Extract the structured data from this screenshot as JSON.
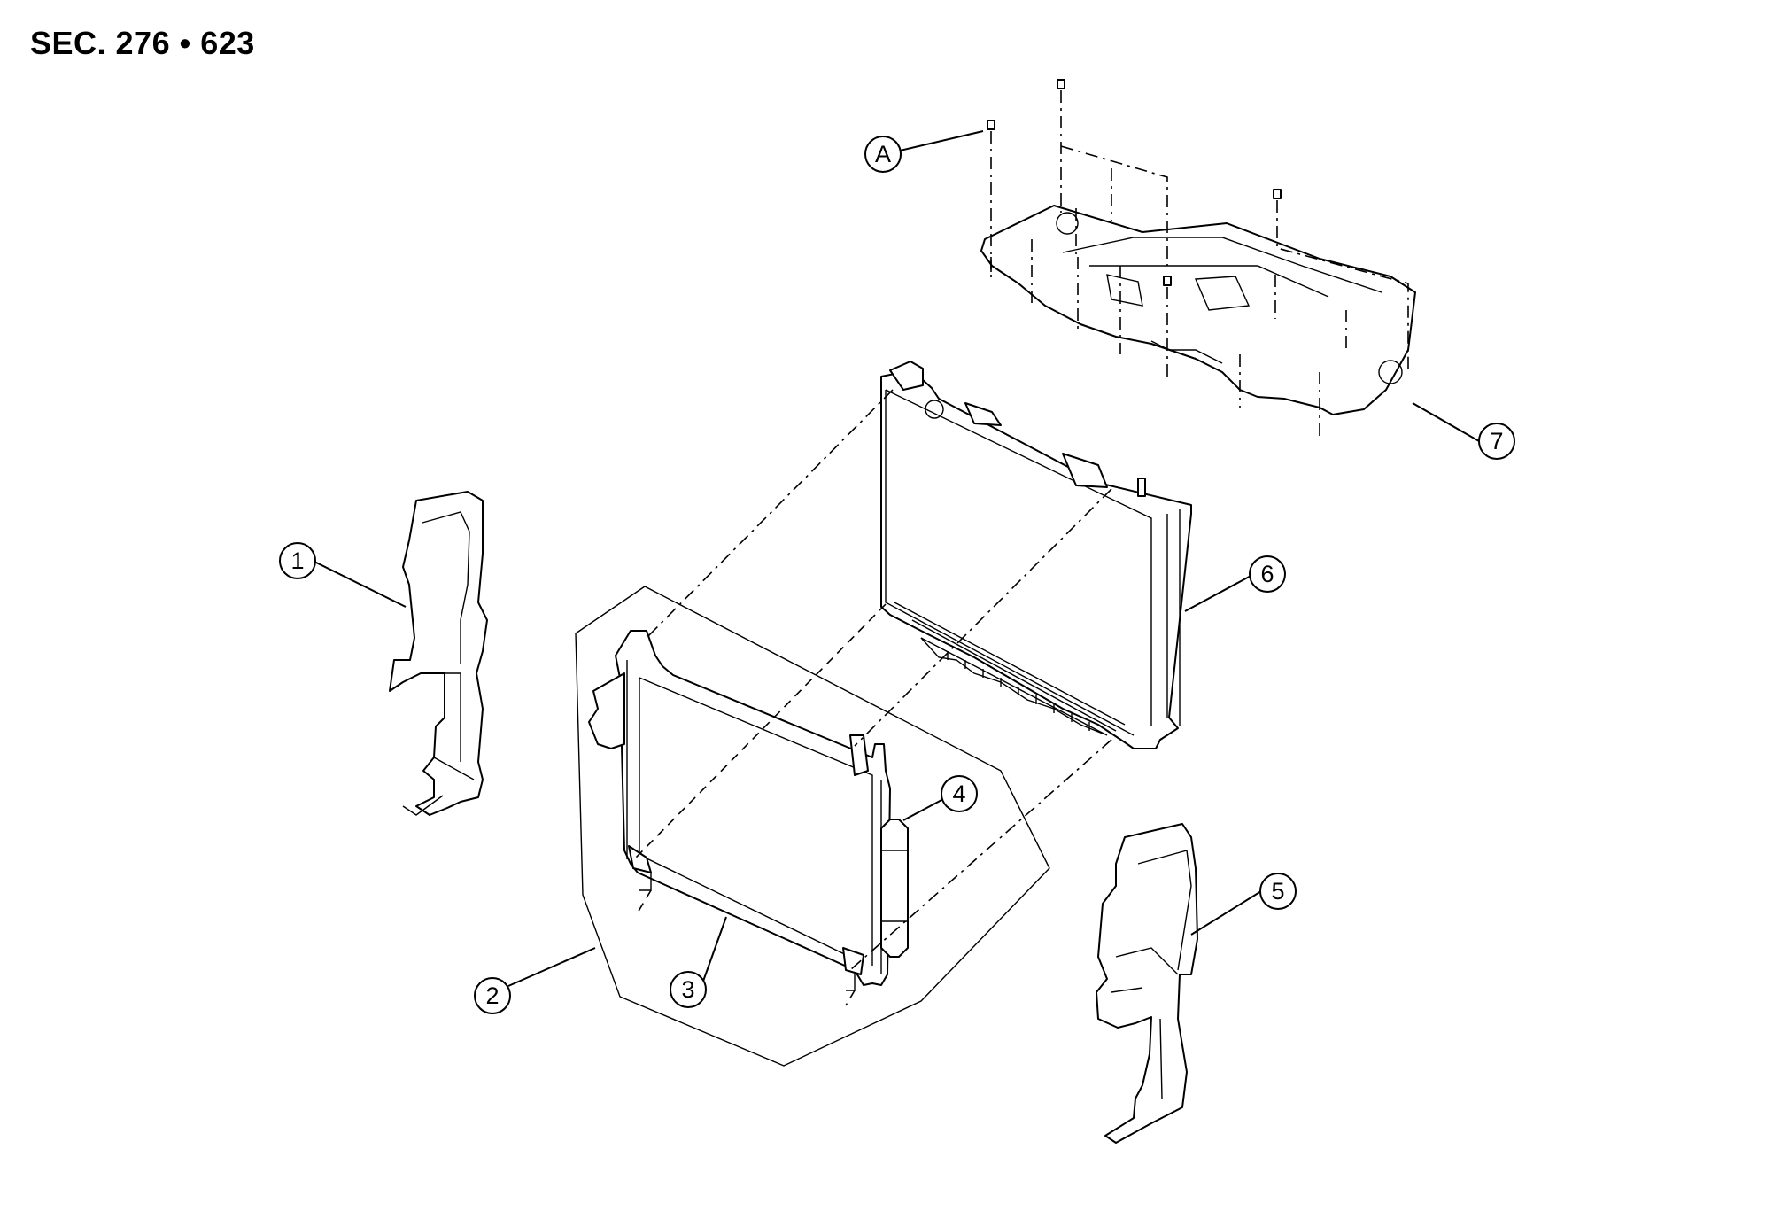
{
  "section_label": "SEC. 276 • 623",
  "callouts": [
    {
      "id": "1",
      "label": "1"
    },
    {
      "id": "2",
      "label": "2"
    },
    {
      "id": "3",
      "label": "3"
    },
    {
      "id": "4",
      "label": "4"
    },
    {
      "id": "5",
      "label": "5"
    },
    {
      "id": "6",
      "label": "6"
    },
    {
      "id": "7",
      "label": "7"
    },
    {
      "id": "A",
      "label": "A"
    }
  ]
}
